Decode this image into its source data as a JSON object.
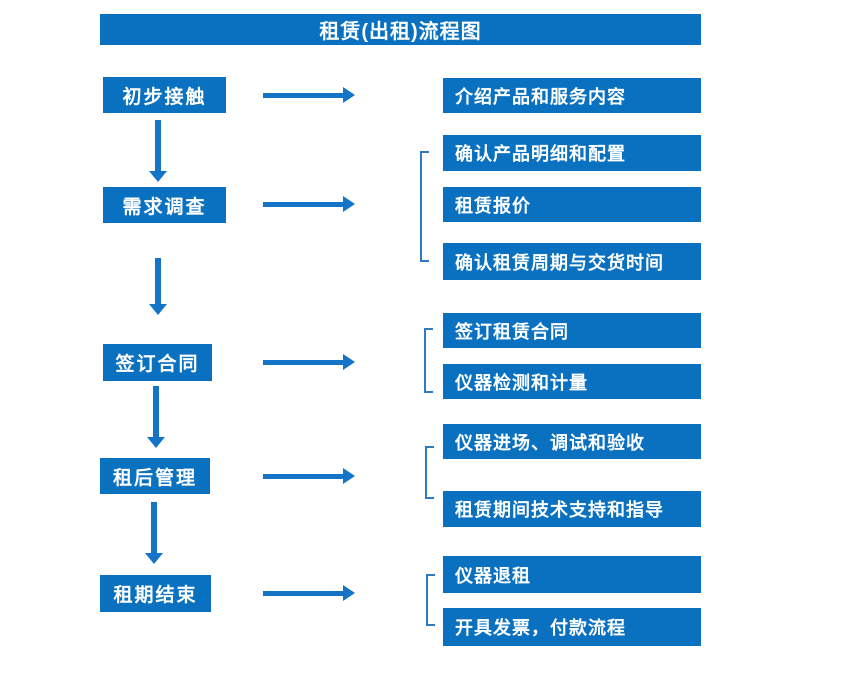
{
  "title": "租赁(出租)流程图",
  "colors": {
    "primary": "#0a71c0",
    "arrow": "#1374c8",
    "bracket": "#2f7ac0",
    "box_text": "#ffffff",
    "background": "#ffffff"
  },
  "steps": [
    {
      "label": "初步接触",
      "outputs": [
        "介绍产品和服务内容"
      ]
    },
    {
      "label": "需求调查",
      "outputs": [
        "确认产品明细和配置",
        "租赁报价",
        "确认租赁周期与交货时间"
      ]
    },
    {
      "label": "签订合同",
      "outputs": [
        "签订租赁合同",
        "仪器检测和计量"
      ]
    },
    {
      "label": "租后管理",
      "outputs": [
        "仪器进场、调试和验收",
        "租赁期间技术支持和指导"
      ]
    },
    {
      "label": "租期结束",
      "outputs": [
        "仪器退租",
        "开具发票，付款流程"
      ]
    }
  ]
}
